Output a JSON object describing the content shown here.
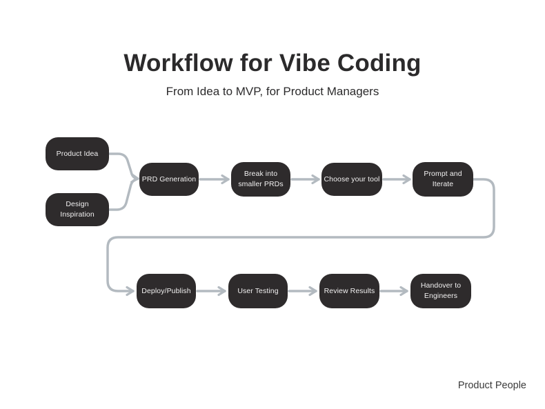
{
  "page": {
    "title": "Workflow for Vibe Coding",
    "subtitle": "From Idea to MVP, for Product Managers",
    "footer_brand": "Product People",
    "colors": {
      "background": "#ffffff",
      "node_background": "#2e2b2c",
      "node_text": "#f2f1f1",
      "connector": "#b3bac0",
      "title_text": "#2b2a2b"
    }
  },
  "diagram": {
    "nodes": [
      {
        "id": "product-idea",
        "label": "Product Idea",
        "lines": [
          "Product Idea"
        ]
      },
      {
        "id": "design-inspiration",
        "label": "Design Inspiration",
        "lines": [
          "Design",
          "Inspiration"
        ]
      },
      {
        "id": "prd-generation",
        "label": "PRD Generation",
        "lines": [
          "PRD Generation"
        ]
      },
      {
        "id": "break-into-smaller-prds",
        "label": "Break into smaller PRDs",
        "lines": [
          "Break into",
          "smaller PRDs"
        ]
      },
      {
        "id": "choose-your-tool",
        "label": "Choose your tool",
        "lines": [
          "Choose your tool"
        ]
      },
      {
        "id": "prompt-and-iterate",
        "label": "Prompt and Iterate",
        "lines": [
          "Prompt and",
          "Iterate"
        ]
      },
      {
        "id": "deploy-publish",
        "label": "Deploy/Publish",
        "lines": [
          "Deploy/Publish"
        ]
      },
      {
        "id": "user-testing",
        "label": "User Testing",
        "lines": [
          "User Testing"
        ]
      },
      {
        "id": "review-results",
        "label": "Review Results",
        "lines": [
          "Review Results"
        ]
      },
      {
        "id": "handover-to-engineers",
        "label": "Handover to Engineers",
        "lines": [
          "Handover to",
          "Engineers"
        ]
      }
    ],
    "edges": [
      {
        "from": "product-idea",
        "to": "prd-generation"
      },
      {
        "from": "design-inspiration",
        "to": "prd-generation"
      },
      {
        "from": "prd-generation",
        "to": "break-into-smaller-prds"
      },
      {
        "from": "break-into-smaller-prds",
        "to": "choose-your-tool"
      },
      {
        "from": "choose-your-tool",
        "to": "prompt-and-iterate"
      },
      {
        "from": "prompt-and-iterate",
        "to": "deploy-publish"
      },
      {
        "from": "deploy-publish",
        "to": "user-testing"
      },
      {
        "from": "user-testing",
        "to": "review-results"
      },
      {
        "from": "review-results",
        "to": "handover-to-engineers"
      }
    ]
  }
}
